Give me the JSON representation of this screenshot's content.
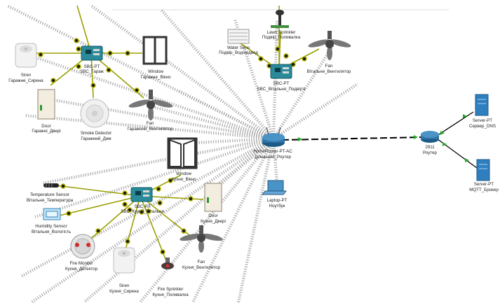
{
  "colors": {
    "wire": "#9aa000",
    "link": "#000000",
    "wireless": "#9a9a9a",
    "port": "#1a1a1a",
    "link_port": "#22aa22",
    "server": "#2f7fbf",
    "router": "#2e73a6",
    "board": "#2a8a9a"
  },
  "devices": {
    "siren_garage": {
      "type": "Siren",
      "name": "Гаражне_Сирена",
      "icon": "siren-icon"
    },
    "sbc_garage": {
      "type": "SBC-PT",
      "name": "SBC_Гараж",
      "icon": "sbc-board-icon"
    },
    "window_garage": {
      "type": "Window",
      "name": "Гаражне_Вікно",
      "icon": "window-icon"
    },
    "door_garage": {
      "type": "Door",
      "name": "Гаражні_Двері",
      "icon": "door-icon"
    },
    "smoke_garage": {
      "type": "Smoke Detector",
      "name": "Гаражний_Дим",
      "icon": "smoke-detector-icon"
    },
    "fan_garage": {
      "type": "Fan",
      "name": "Гаражний_Вентилятор",
      "icon": "fan-icon"
    },
    "water_porch": {
      "type": "Water Sens",
      "name": "Подвір_Водовідвед",
      "icon": "water-sensor-icon"
    },
    "lawn_porch": {
      "type": "Lawn Sprinkler",
      "name": "Подвір_Поливалка",
      "icon": "lawn-sprinkler-icon"
    },
    "sbc_porch": {
      "type": "SBC-PT",
      "name": "SBC_Вітальня_Подвір'я",
      "icon": "sbc-board-icon"
    },
    "fan_living": {
      "type": "Fan",
      "name": "Вітальня_Вентилятор",
      "icon": "fan-icon"
    },
    "home_router": {
      "type": "HomeRouter-PT-AC",
      "name": "Домашній_Роутер",
      "icon": "home-router-icon"
    },
    "router_2911": {
      "type": "2911",
      "name": "Роутер",
      "icon": "router-icon"
    },
    "server_dns": {
      "type": "Server-PT",
      "name": "Сервер_DNS",
      "icon": "server-icon"
    },
    "server_mqtt": {
      "type": "Server-PT",
      "name": "MQTT_Брокер",
      "icon": "server-icon"
    },
    "laptop": {
      "type": "Laptop-PT",
      "name": "Ноутбук",
      "icon": "laptop-icon"
    },
    "window_kitchen": {
      "type": "Window",
      "name": "Кухня_Вікно",
      "icon": "window-icon"
    },
    "temp_living": {
      "type": "Temperature Sensor",
      "name": "Вітальня_Температура",
      "icon": "temperature-sensor-icon"
    },
    "sbc_kitchen": {
      "type": "SBC-PT",
      "name": "SBC_Кухня_Вітальня",
      "icon": "sbc-board-icon"
    },
    "door_kitchen": {
      "type": "Door",
      "name": "Кухня_Двері",
      "icon": "door-icon"
    },
    "humidity_living": {
      "type": "Humidity Sensor",
      "name": "Вітальня_Вологість",
      "icon": "humidity-sensor-icon"
    },
    "fire_kitchen": {
      "type": "Fire Monitor",
      "name": "Кухня_Детектор",
      "icon": "fire-monitor-icon"
    },
    "fan_kitchen": {
      "type": "Fan",
      "name": "Кухня_Вентилятор",
      "icon": "fan-icon"
    },
    "siren_kitchen": {
      "type": "Siren",
      "name": "Кухня_Сирена",
      "icon": "siren-icon"
    },
    "sprinkler_kitchen": {
      "type": "Fire Sprinkler",
      "name": "Кухня_Поливалка",
      "icon": "fire-sprinkler-icon"
    }
  }
}
